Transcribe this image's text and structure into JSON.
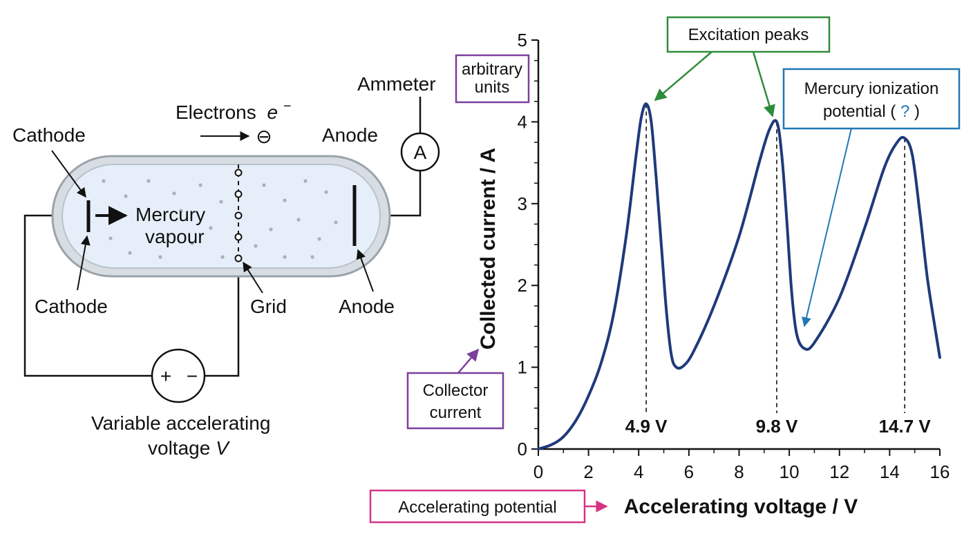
{
  "apparatus": {
    "labels": {
      "cathode_top": "Cathode",
      "cathode_bottom": "Cathode",
      "anode_top": "Anode",
      "anode_bottom": "Anode",
      "ammeter": "Ammeter",
      "ammeter_symbol": "A",
      "electrons": "Electrons",
      "electron_symbol": "e",
      "electron_superscript": "−",
      "electron_glyph": "⊖",
      "mercury_line1": "Mercury",
      "mercury_line2": "vapour",
      "grid": "Grid",
      "source_plus": "+",
      "source_minus": "−",
      "voltage_line1": "Variable accelerating",
      "voltage_line2_text": "voltage ",
      "voltage_line2_var": "V"
    }
  },
  "callouts": {
    "arbitrary_units": [
      "arbitrary",
      "units"
    ],
    "collector_current": [
      "Collector",
      "current"
    ],
    "accelerating_potential": "Accelerating potential",
    "excitation_peaks": "Excitation peaks",
    "ionization_line1": "Mercury ionization",
    "ionization_line2_pre": "potential (",
    "ionization_line2_q": "?",
    "ionization_line2_post": ")"
  },
  "colors": {
    "curve": "#1f3a7a",
    "purple": "#7b3f9e",
    "green": "#2e8b3a",
    "blue": "#1f77b4",
    "pink": "#d63384",
    "tube_fill": "#e6eff9",
    "tube_stroke": "#9aa3ab"
  },
  "chart_data": {
    "type": "line",
    "xlabel": "Accelerating voltage / V",
    "ylabel": "Collected current / A",
    "xlim": [
      0,
      16
    ],
    "ylim": [
      0,
      5
    ],
    "xticks": [
      0,
      2,
      4,
      6,
      8,
      10,
      12,
      14,
      16
    ],
    "yticks": [
      0,
      1,
      2,
      3,
      4,
      5
    ],
    "grid": false,
    "series": [
      {
        "x": [
          0,
          0.5,
          1,
          1.5,
          2,
          2.5,
          3,
          3.5,
          3.9,
          4.1,
          4.3,
          4.5,
          4.7,
          4.9,
          5.1,
          5.3,
          5.5,
          5.8,
          6.2,
          7.0,
          8.0,
          8.8,
          9.2,
          9.5,
          9.7,
          9.9,
          10.1,
          10.3,
          10.6,
          11.0,
          12.0,
          13.0,
          13.8,
          14.3,
          14.6,
          14.9,
          15.2,
          15.5,
          15.8,
          16.0
        ],
        "y": [
          0,
          0.05,
          0.15,
          0.35,
          0.65,
          1.05,
          1.65,
          2.6,
          3.6,
          4.05,
          4.22,
          4.0,
          3.3,
          2.5,
          1.7,
          1.15,
          1.0,
          1.02,
          1.2,
          1.75,
          2.6,
          3.5,
          3.9,
          4.0,
          3.6,
          2.8,
          1.9,
          1.4,
          1.23,
          1.3,
          1.85,
          2.7,
          3.45,
          3.75,
          3.8,
          3.6,
          2.9,
          2.1,
          1.5,
          1.12
        ]
      }
    ],
    "annotations": [
      {
        "x": 4.3,
        "label": "4.9 V"
      },
      {
        "x": 9.5,
        "label": "9.8 V"
      },
      {
        "x": 14.6,
        "label": "14.7 V"
      }
    ]
  }
}
